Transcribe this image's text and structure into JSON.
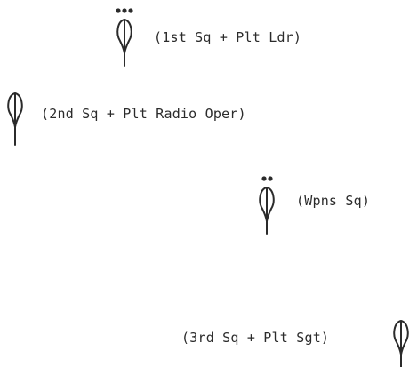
{
  "units": [
    {
      "id": "unit-1",
      "label": "(1st Sq + Plt Ldr)",
      "marker_dots": 3
    },
    {
      "id": "unit-2",
      "label": "(2nd Sq + Plt Radio Oper)",
      "marker_dots": 0
    },
    {
      "id": "unit-3",
      "label": "(Wpns Sq)",
      "marker_dots": 2
    },
    {
      "id": "unit-4",
      "label": "(3rd Sq + Plt Sgt)",
      "marker_dots": 0
    }
  ],
  "colors": {
    "ink": "#2b2b2b",
    "background": "#ffffff"
  },
  "icons": {
    "unit_symbol": "squad-formation-icon",
    "dot": "rank-dot-icon"
  }
}
